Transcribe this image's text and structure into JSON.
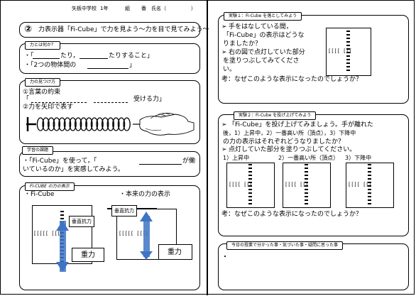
{
  "header": {
    "school": "矢板中学校",
    "grade": "1年",
    "class_label": "組",
    "number_label": "番",
    "name_label": "氏名（",
    "name_close": "）"
  },
  "title": {
    "number": "②",
    "text": "力表示器「Fi-Cube」で力を見よう～力を目で見てみよう～"
  },
  "section_force": {
    "tag": "力とは何か？",
    "line1_prefix": "・「",
    "line1_mid": "たり，",
    "line1_end": "たりすること」",
    "line2": "・「2つの物体間の",
    "line2_end": "」"
  },
  "section_howto": {
    "tag": "力の見つけ方",
    "line1": "①言葉の約束",
    "line2_prefix": "「",
    "line2_end": "受ける力」",
    "line3": "②力を矢印で表す"
  },
  "section_task": {
    "tag": "学習の課題",
    "line1_prefix": "・「Fi-Cube」を使って，「",
    "line1_end": "が働",
    "line2": "いているのか」を実感してみよう。"
  },
  "section_display": {
    "tag": "FI-CUBE の力の表示",
    "left_label": "・Fi-Cube",
    "right_label": "・本来の力の表示",
    "normal_force": "垂直抗力",
    "gravity": "重力"
  },
  "experiment1": {
    "tag": "実験１：Fi-Cube を落としてみよう",
    "q1_line1": "手をはなしている間，",
    "q1_line2": "「Fi-Cube」の表示はどうな",
    "q1_line3": "りましたか？",
    "q2_line1": "右の図で点灯していた部分",
    "q2_line2": "を塗りつぶしてみてくださ",
    "q2_line3": "い。",
    "consider": "考：なぜこのような表示になったのでしょうか？"
  },
  "experiment2": {
    "tag": "実験２：Fi-Cube を投げ上げてみよう",
    "q1_line1": "「Fi-Cube」を投げ上げてみましょう。手が離れた",
    "q1_line2": "後，1）上昇中，2）一番高い所（頂点），3）下降中",
    "q1_line3": "の力の表示はそれぞれどうなりましたか？",
    "q2_line1": "点灯していた部分を塗りつぶしてください。",
    "label1": "1）上昇中",
    "label2": "2）一番高い所（頂点）",
    "label3": "3）下降中",
    "consider": "考：なぜこのような表示になったのでしょうか？"
  },
  "reflection": {
    "tag": "今日の授業で分かった事・気づいた事・疑問に思った事",
    "bullet": "・"
  },
  "colors": {
    "arrow_blue": "#3f74c4",
    "border": "#000000"
  }
}
